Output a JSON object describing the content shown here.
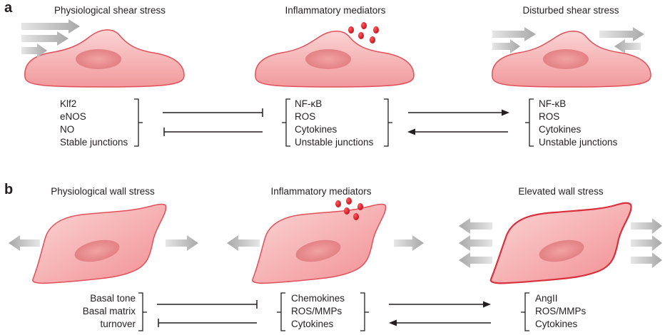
{
  "panel_a": {
    "letter": "a",
    "titles": [
      "Physiological shear stress",
      "Inflammatory mediators",
      "Disturbed shear stress"
    ],
    "lists": [
      [
        "Klf2",
        "eNOS",
        "NO",
        "Stable junctions"
      ],
      [
        "NF-κB",
        "ROS",
        "Cytokines",
        "Unstable junctions"
      ],
      [
        "NF-κB",
        "ROS",
        "Cytokines",
        "Unstable junctions"
      ]
    ]
  },
  "panel_b": {
    "letter": "b",
    "titles": [
      "Physiological wall stress",
      "Inflammatory mediators",
      "Elevated wall stress"
    ],
    "lists": [
      [
        "Basal tone",
        "Basal matrix",
        "turnover"
      ],
      [
        "Chemokines",
        "ROS/MMPs",
        "Cytokines"
      ],
      [
        "AngII",
        "ROS/MMPs",
        "Cytokines"
      ]
    ]
  },
  "colors": {
    "cell_fill": "#f4a3a3",
    "cell_edge": "#e0505a",
    "nucleus": "#e88585",
    "mediator_dot": "#d7141e",
    "gray_arrow": "#bfbfbf",
    "line": "#231f20"
  }
}
